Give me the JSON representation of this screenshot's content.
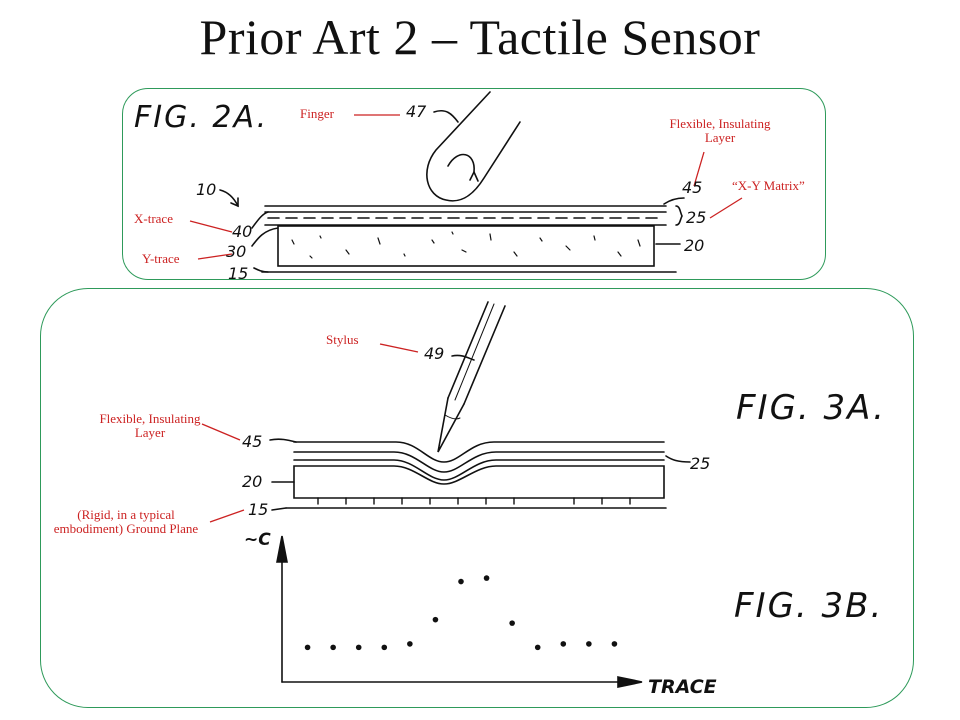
{
  "slide": {
    "title": "Prior Art 2 – Tactile Sensor"
  },
  "fig2a": {
    "label": "FIG. 2A.",
    "callouts": {
      "finger": "Finger",
      "flexible": "Flexible, Insulating Layer",
      "xy_matrix": "“X-Y Matrix”",
      "x_trace": "X-trace",
      "y_trace": "Y-trace"
    },
    "refs": {
      "r47": "47",
      "r10": "10",
      "r45": "45",
      "r25": "25",
      "r40": "40",
      "r30": "30",
      "r20": "20",
      "r15": "15"
    }
  },
  "fig3a": {
    "label": "FIG. 3A.",
    "callouts": {
      "stylus": "Stylus",
      "flexible": "Flexible, Insulating Layer",
      "ground": "(Rigid, in a typical embodiment) Ground Plane"
    },
    "refs": {
      "r49": "49",
      "r45": "45",
      "r25": "25",
      "r20": "20",
      "r15": "15"
    }
  },
  "fig3b": {
    "label": "FIG. 3B.",
    "y_axis": "~C",
    "x_axis": "TRACE"
  },
  "chart_data": {
    "type": "scatter",
    "xlabel": "TRACE",
    "ylabel": "~C",
    "points": [
      {
        "x": 1,
        "y": 1.0
      },
      {
        "x": 2,
        "y": 1.0
      },
      {
        "x": 3,
        "y": 1.0
      },
      {
        "x": 4,
        "y": 1.0
      },
      {
        "x": 5,
        "y": 1.1
      },
      {
        "x": 6,
        "y": 1.8
      },
      {
        "x": 7,
        "y": 2.9
      },
      {
        "x": 8,
        "y": 3.0
      },
      {
        "x": 9,
        "y": 1.7
      },
      {
        "x": 10,
        "y": 1.0
      },
      {
        "x": 11,
        "y": 1.1
      },
      {
        "x": 12,
        "y": 1.1
      },
      {
        "x": 13,
        "y": 1.1
      }
    ]
  },
  "colors": {
    "panel_border": "#2e9a5a",
    "callout": "#cc2222",
    "ink": "#111111"
  }
}
